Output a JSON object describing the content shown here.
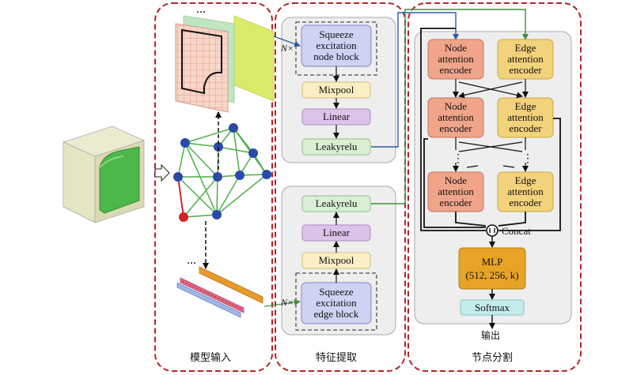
{
  "panels": {
    "input_caption": "模型输入",
    "feature_caption": "特征提取",
    "segment_caption": "节点分割"
  },
  "feature_extraction": {
    "top": {
      "repeat": "N×",
      "block": [
        "Squeeze",
        "excitation",
        "node block"
      ],
      "mixpool": "Mixpool",
      "linear": "Linear",
      "activation": "Leakyrelu"
    },
    "bottom": {
      "repeat": "N×",
      "block": [
        "Squeeze",
        "excitation",
        "edge block"
      ],
      "mixpool": "Mixpool",
      "linear": "Linear",
      "activation": "Leakyrelu"
    }
  },
  "segmentation": {
    "node_encoder": [
      "Node",
      "attention",
      "encoder"
    ],
    "edge_encoder": [
      "Edge",
      "attention",
      "encoder"
    ],
    "concat": "Concat",
    "mlp": [
      "MLP",
      "(512, 256, k)"
    ],
    "softmax": "Softmax",
    "output": "输出"
  },
  "input": {
    "ellipsis_top": "···",
    "ellipsis_bottom": "···"
  },
  "colors": {
    "panel_border": "#b5232a",
    "node_fill": "#f0a58b",
    "edge_fill": "#f2d27a",
    "mixpool_fill": "#fbeec2",
    "linear_fill": "#dcc3ea",
    "leaky_fill": "#d9efd3",
    "se_fill": "#cfd3f3",
    "mlp_fill": "#e8a326",
    "softmax_fill": "#c5ecec",
    "graph_node": "#2b49a8",
    "graph_node_red": "#d2232a",
    "graph_edge": "#4fae47"
  }
}
